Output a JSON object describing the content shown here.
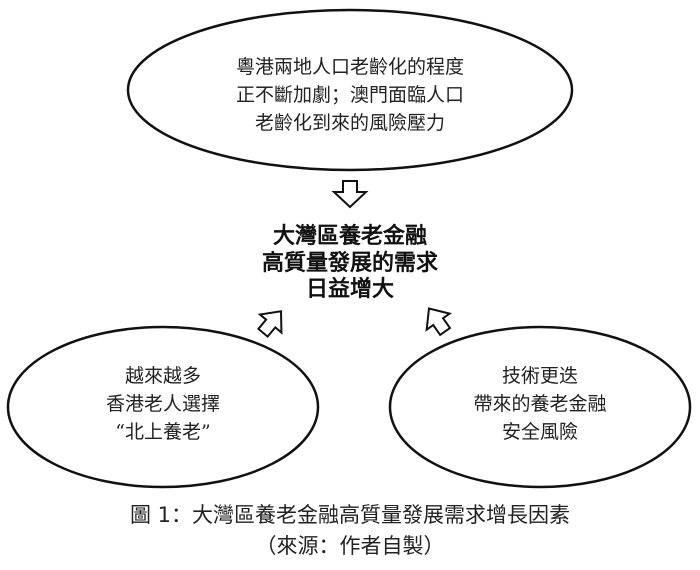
{
  "top_ellipse": {
    "lines": [
      "粵港兩地人口老齡化的程度",
      "正不斷加劇；澳門面臨人口",
      "老齡化到來的風險壓力"
    ]
  },
  "center": {
    "lines": [
      "大灣區養老金融",
      "高質量發展的需求",
      "日益增大"
    ]
  },
  "left_ellipse": {
    "lines": [
      "越來越多",
      "香港老人選擇",
      "“北上養老”"
    ]
  },
  "right_ellipse": {
    "lines": [
      "技術更迭",
      "帶來的養老金融",
      "安全風險"
    ]
  },
  "caption": {
    "title": "圖 1：大灣區養老金融高質量發展需求增長因素",
    "source": "（來源：作者自製）"
  }
}
